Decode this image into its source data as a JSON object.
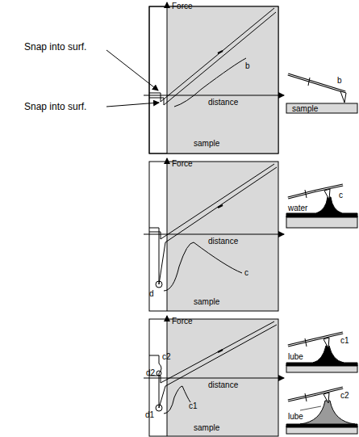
{
  "diagram": {
    "labels": [
      "Snap into surf.",
      "Snap into surf.",
      "Force",
      "distance",
      "sample",
      "b",
      "b",
      "sample",
      "Force",
      "distance",
      "sample",
      "c",
      "d",
      "c",
      "water",
      "Force",
      "distance",
      "sample",
      "c2",
      "d2",
      "d1",
      "c1",
      "c1",
      "lube",
      "c2",
      "lube"
    ]
  }
}
